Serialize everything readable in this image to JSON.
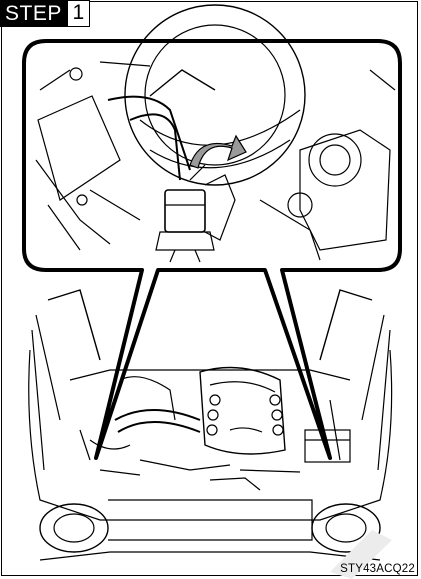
{
  "step": {
    "word": "STEP",
    "number": "1"
  },
  "figure": {
    "code": "STY43ACQ22",
    "arrow_color": "#9a9a9a",
    "line_color": "#000000",
    "background": "#ffffff"
  },
  "icons": {
    "callout_arrow": "curved-arrow-icon",
    "watermark": "diagonal-stripe-watermark"
  }
}
